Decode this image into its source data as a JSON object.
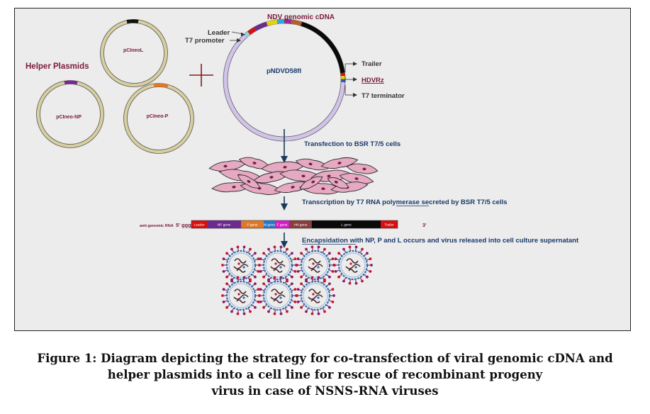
{
  "helper": {
    "title": "Helper Plasmids",
    "plasmids": [
      "pCIneoL",
      "pCIneo-NP",
      "pCIneo-P"
    ]
  },
  "main_plasmid": {
    "name": "pNDVD58fl",
    "genomic_label": "NDV genomic cDNA",
    "leader": "Leader",
    "t7_promoter": "T7 promoter",
    "trailer": "Trailer",
    "hdvrz": "HDVRz",
    "t7_terminator": "T7 terminator"
  },
  "steps": {
    "transfection": "Transfection to BSR T7/5 cells",
    "transcription": "Transcription by T7 RNA polymerase secreted by BSR T7/5 cells",
    "encapsidation": "Encapsidation with NP, P and L occurs and virus released into cell culture supernatant"
  },
  "rna": {
    "label": "anti-genomic RNA",
    "five_prime": "5' ggg",
    "three_prime": "3'",
    "segments": [
      {
        "name": "Leader",
        "color": "#d90f0f"
      },
      {
        "name": "NP gene",
        "color": "#6e2a8e"
      },
      {
        "name": "P gene",
        "color": "#e0782a"
      },
      {
        "name": "M gene",
        "color": "#2a78c8"
      },
      {
        "name": "F gene",
        "color": "#d61ec8"
      },
      {
        "name": "HN gene",
        "color": "#8a3d3d"
      },
      {
        "name": "L gene",
        "color": "#0a0a0a"
      },
      {
        "name": "Trailer",
        "color": "#d90f0f"
      }
    ]
  },
  "caption": [
    "Figure 1: Diagram depicting the strategy for co-transfection of viral genomic cDNA and",
    "helper plasmids into a cell line for rescue of recombinant progeny",
    "virus in case of NSNS-RNA viruses"
  ]
}
